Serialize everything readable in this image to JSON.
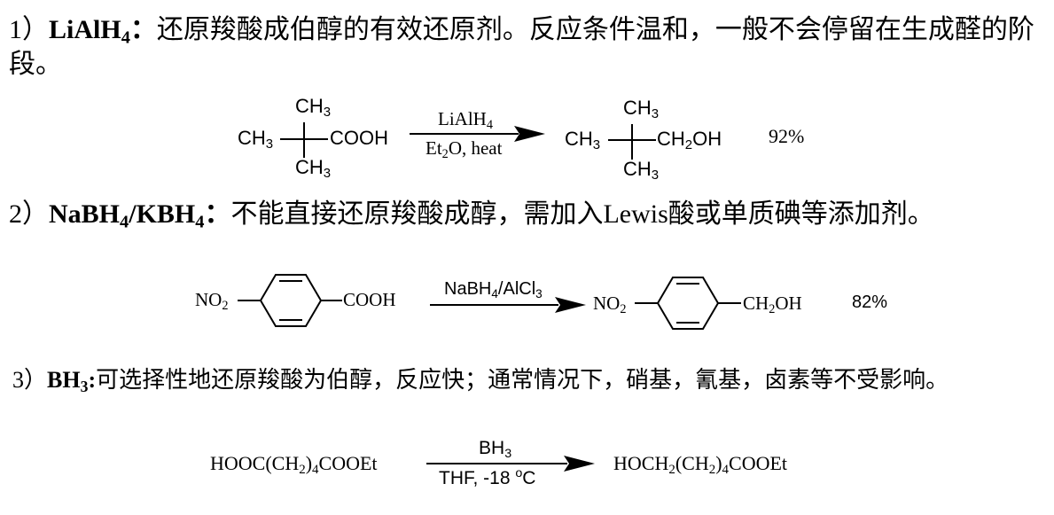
{
  "section1": {
    "number": "1）",
    "reagent_main": "LiAlH",
    "reagent_sub": "4",
    "colon": "：",
    "text": "还原羧酸成伯醇的有效还原剂。反应条件温和，一般不会停留在生成醛的阶段。",
    "reaction": {
      "reactant_top": "CH",
      "reactant_top_sub": "3",
      "reactant_left": "CH",
      "reactant_left_sub": "3",
      "reactant_right": "COOH",
      "reactant_bottom": "CH",
      "reactant_bottom_sub": "3",
      "reagent_above_main": "LiAlH",
      "reagent_above_sub": "4",
      "reagent_below_a": "Et",
      "reagent_below_sub": "2",
      "reagent_below_b": "O, heat",
      "product_top": "CH",
      "product_top_sub": "3",
      "product_left": "CH",
      "product_left_sub": "3",
      "product_right_a": "CH",
      "product_right_sub": "2",
      "product_right_b": "OH",
      "product_bottom": "CH",
      "product_bottom_sub": "3",
      "yield": "92%"
    }
  },
  "section2": {
    "number": "2）",
    "reagent_a": "NaBH",
    "reagent_a_sub": "4",
    "reagent_slash": "/",
    "reagent_b": "KBH",
    "reagent_b_sub": "4",
    "colon": "：",
    "text_a": "不能直接还原羧酸成醇，需加入",
    "text_lewis": "Lewis",
    "text_b": "酸或单质碘等添加剂。",
    "reaction": {
      "reactant_left_a": "NO",
      "reactant_left_sub": "2",
      "reactant_right": "COOH",
      "reagent_a": "NaBH",
      "reagent_a_sub": "4",
      "reagent_b": "/AlCl",
      "reagent_b_sub": "3",
      "product_left_a": "NO",
      "product_left_sub": "2",
      "product_right_a": "CH",
      "product_right_sub": "2",
      "product_right_b": "OH",
      "yield": "82%"
    }
  },
  "section3": {
    "number": "3）",
    "reagent_main": "BH",
    "reagent_sub": "3",
    "colon": ":",
    "text": "可选择性地还原羧酸为伯醇，反应快；通常情况下，硝基，氰基，卤素等不受影响。",
    "reaction": {
      "reactant_a": "HOOC(CH",
      "reactant_sub1": "2",
      "reactant_b": ")",
      "reactant_sub2": "4",
      "reactant_c": "COOEt",
      "reagent_above_a": "BH",
      "reagent_above_sub": "3",
      "reagent_below_a": "THF, -18 ",
      "reagent_below_sup": "o",
      "reagent_below_b": "C",
      "product_a": "HOCH",
      "product_sub1": "2",
      "product_b": "(CH",
      "product_sub2": "2",
      "product_c": ")",
      "product_sub3": "4",
      "product_d": "COOEt"
    }
  }
}
